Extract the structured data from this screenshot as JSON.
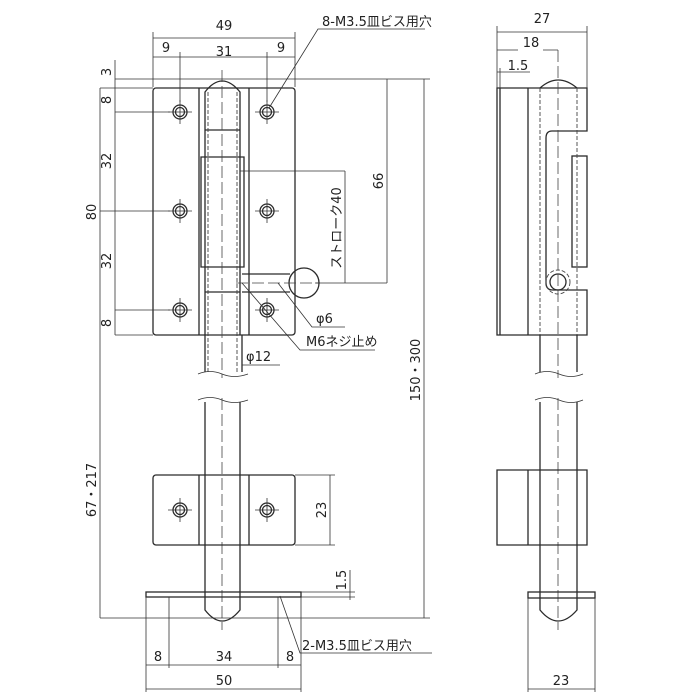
{
  "front_view": {
    "dim_total_width": "49",
    "dim_left_offset": "9",
    "dim_hole_pitch": "31",
    "dim_right_offset": "9",
    "dim_top_gap": "3",
    "dim_plate_height": "80",
    "dim_top_margin": "8",
    "dim_pitch_upper": "32",
    "dim_pitch_lower": "32",
    "dim_bottom_margin": "8",
    "dim_knob_height": "66",
    "dim_stroke": "ストローク40",
    "dim_total_length": "150・300",
    "dim_lower_length": "67・217",
    "dim_bracket_height": "23",
    "dim_base_thickness": "1.5",
    "dim_base_left": "8",
    "dim_base_pitch": "34",
    "dim_base_right": "8",
    "dim_base_width": "50",
    "note_screw_holes": "8-M3.5皿ビス用穴",
    "note_knob_dia": "φ6",
    "note_set_screw": "M6ネジ止め",
    "note_pin_dia": "φ12",
    "note_base_holes": "2-M3.5皿ビス用穴"
  },
  "side_view": {
    "dim_total_depth": "27",
    "dim_pin_offset": "18",
    "dim_plate_thickness": "1.5",
    "dim_base_width": "23"
  }
}
